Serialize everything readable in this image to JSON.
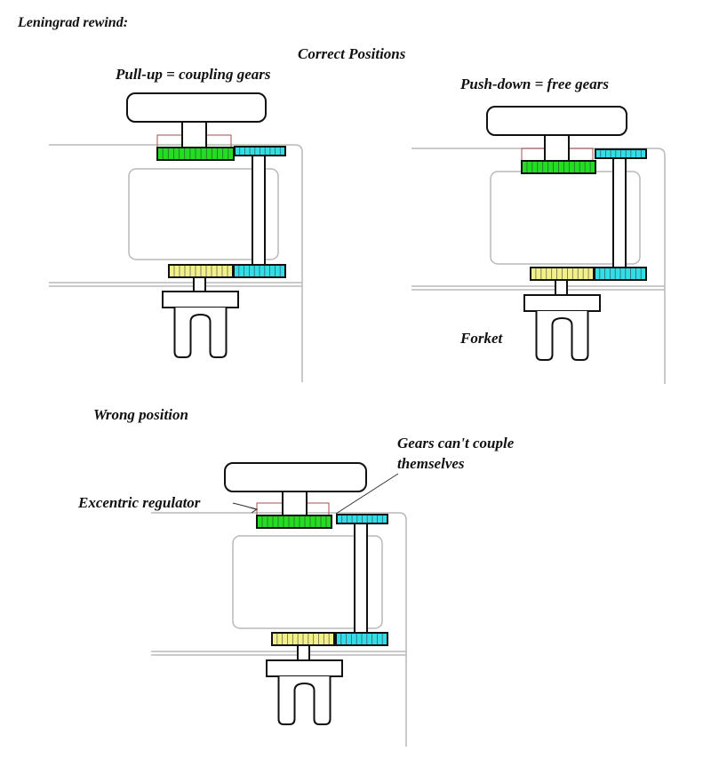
{
  "title": "Leningrad rewind:",
  "section_correct": "Correct Positions",
  "pull_up_label": "Pull-up = coupling gears",
  "push_down_label": "Push-down = free gears",
  "forket_label": "Forket",
  "section_wrong": "Wrong position",
  "gears_cant_couple_line1": "Gears can't couple",
  "gears_cant_couple_line2": "themselves",
  "excentric_label": "Excentric regulator",
  "colors": {
    "green_gear": "#22dd22",
    "cyan_gear": "#33dde8",
    "yellow_gear": "#f2f08a",
    "regulator": "#a05050",
    "frame": "#b8b8b8"
  }
}
